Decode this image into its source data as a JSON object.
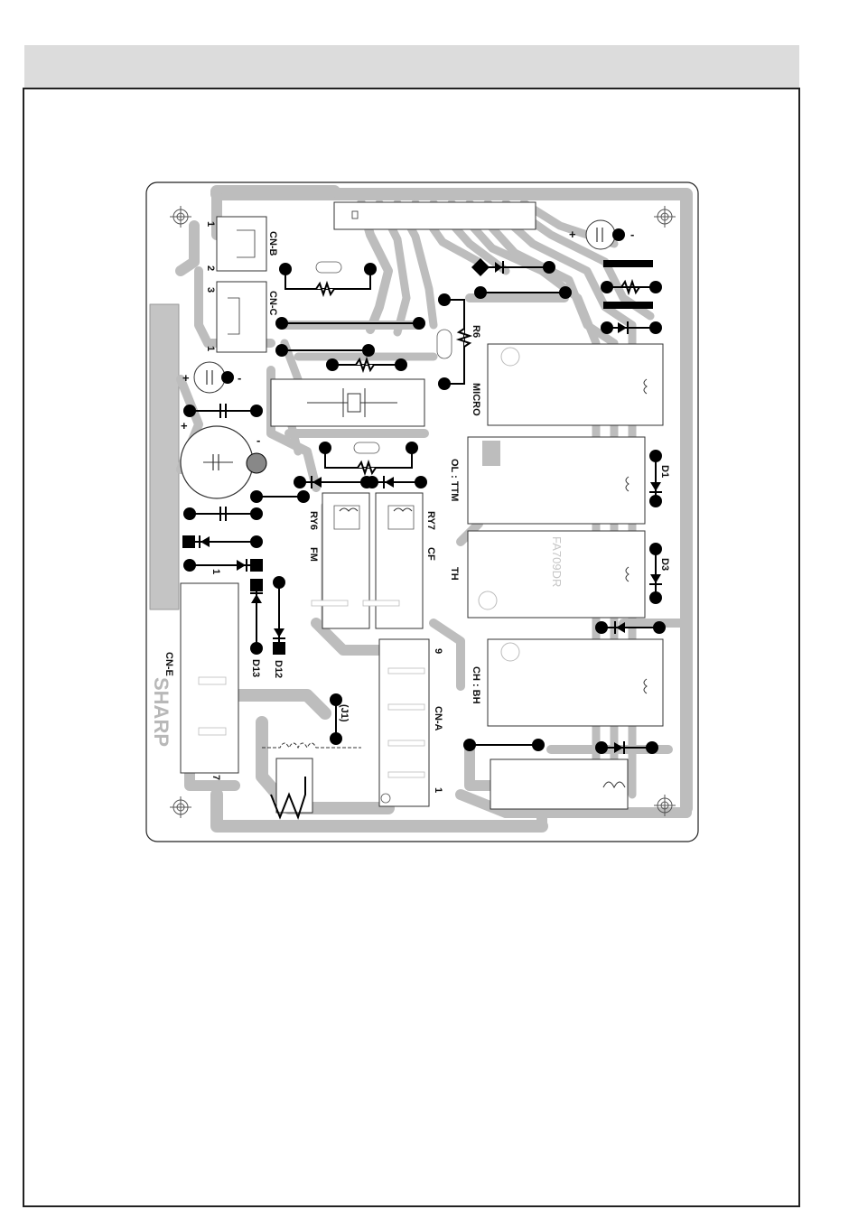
{
  "header": {
    "title": ""
  },
  "board": {
    "brand": "SHARP",
    "part_mark": "FA709DR",
    "connectors": {
      "cn_b": {
        "label": "CN-B",
        "pin_first": "1",
        "pin_last": "2"
      },
      "cn_c": {
        "label": "CN-C",
        "pin_first": "3",
        "pin_last": "1"
      },
      "cn_e": {
        "label": "CN-E",
        "pin_first": "1",
        "pin_last": "7"
      },
      "cn_a": {
        "label": "CN-A",
        "pin_first": "9",
        "pin_last": "1"
      }
    },
    "components": {
      "r6": "R6",
      "d1": "D1",
      "d3": "D3",
      "d12": "D12",
      "d13": "D13",
      "ry6": "RY6",
      "ry7": "RY7",
      "j1": "(J1)"
    },
    "relays": {
      "micro": "MICRO",
      "ol_ttm": "OL : TTM",
      "th": "TH",
      "ch_bh": "CH : BH",
      "fm": "FM",
      "cf": "CF"
    },
    "polarity": {
      "plus": "+",
      "minus": "-"
    }
  },
  "colors": {
    "trace": "#bdbdbd",
    "pad": "#000000",
    "header": "#dcdcdc"
  }
}
